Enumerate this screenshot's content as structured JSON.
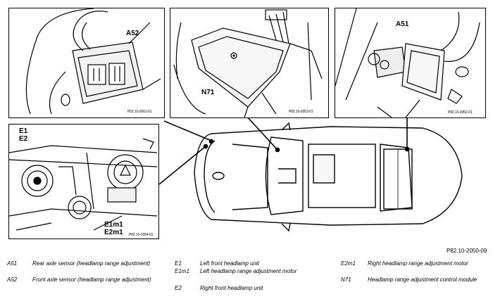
{
  "panels": {
    "rear_sensor": {
      "label": "A52",
      "ref": "P52.10-2061-01"
    },
    "module": {
      "label": "N71",
      "ref": "P82.10-2053-01"
    },
    "front_sensor": {
      "label": "A51",
      "ref": "P82.10-2052-01"
    },
    "headlamp": {
      "label_top1": "E1",
      "label_top2": "E2",
      "label_bot1": "E1m1",
      "label_bot2": "E2m1",
      "ref": "P82.10-2054-01"
    }
  },
  "figure_ref": "P82.10-2050-09",
  "legend": [
    {
      "code": "A51",
      "text": "Rear axle sensor (headlamp range adjustment)"
    },
    {
      "code": "A52",
      "text": "Front axle sensor (headlamp range adjustment)"
    },
    {
      "code": "E1",
      "text": "Left front headlamp unit"
    },
    {
      "code": "E1m1",
      "text": "Left headlamp range adjustment motor"
    },
    {
      "code": "E2",
      "text": "Right front headlamp unit"
    },
    {
      "code": "E2m1",
      "text": "Right headlamp range adjustment motor"
    },
    {
      "code": "N71",
      "text": "Headlamp range adjustment control module"
    }
  ]
}
